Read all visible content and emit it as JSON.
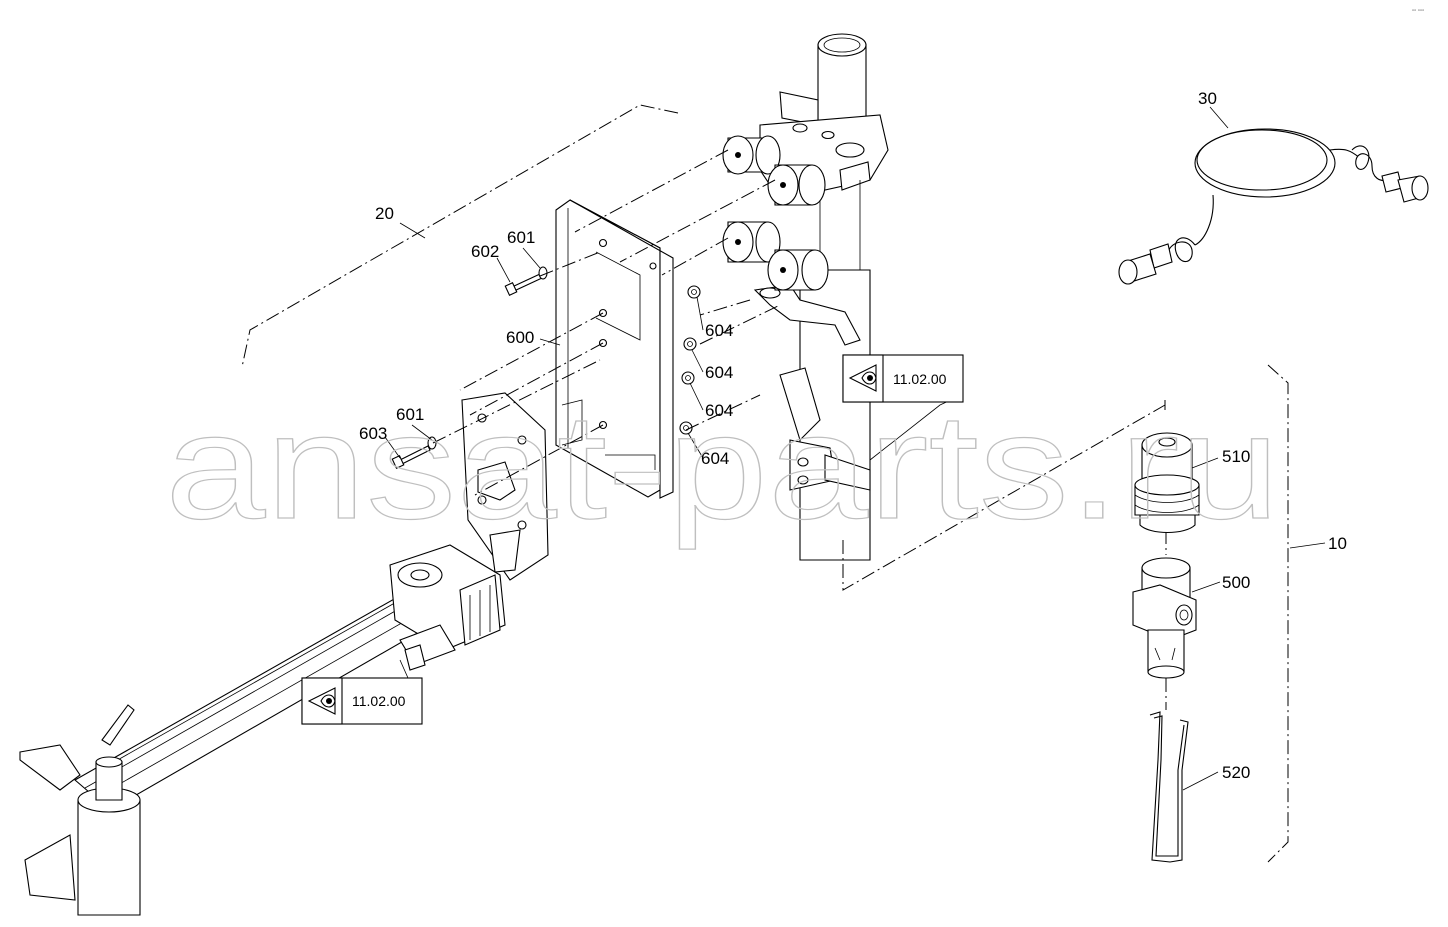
{
  "corner_mark": "▫▫ ▫▫▫",
  "watermark": "ansat-parts.ru",
  "callouts": {
    "c30": "30",
    "c20": "20",
    "c601a": "601",
    "c602": "602",
    "c600": "600",
    "c604a": "604",
    "c604b": "604",
    "c604c": "604",
    "c604d": "604",
    "c601b": "601",
    "c603": "603",
    "c510": "510",
    "c10": "10",
    "c500": "500",
    "c520": "520"
  },
  "references": {
    "ref_upper": "11.02.00",
    "ref_lower": "11.02.00"
  },
  "icons": {
    "reference_icon": "eye-icon"
  }
}
